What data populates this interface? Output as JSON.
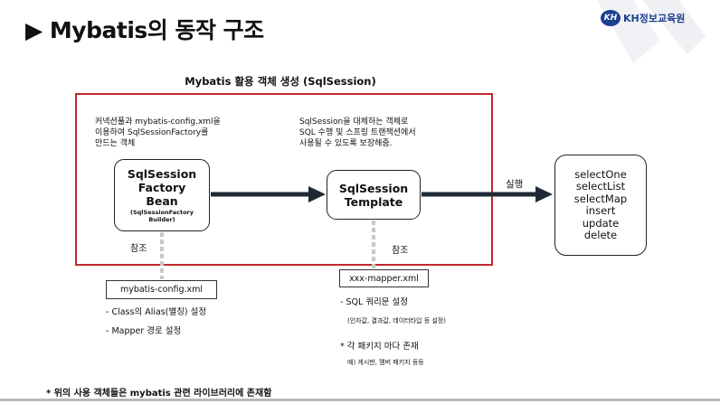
{
  "title": "▶ Mybatis의 동작 구조",
  "logo": {
    "badge": "KH",
    "text": "KH정보교육원"
  },
  "section_heading": "Mybatis 활용 객체 생성 (SqlSession)",
  "factory": {
    "description": [
      "커넥션풀과 mybatis-config.xml을",
      "이용하여 SqlSessionFactory를",
      "만드는 객체"
    ],
    "title_lines": [
      "SqlSession",
      "Factory",
      "Bean"
    ],
    "subtitle_lines": [
      "(SqlSessionFactory",
      "Builder)"
    ],
    "ref_label": "참조",
    "file": "mybatis-config.xml",
    "bullets": [
      "- Class의 Alias(별칭) 설정",
      "- Mapper 경로 설정"
    ]
  },
  "template": {
    "description": [
      "SqlSession을 대체하는 객체로",
      "SQL 수행 및 스프링 트랜잭션에서",
      "사용될 수 있도록 보장해줌."
    ],
    "title_lines": [
      "SqlSession",
      "Template"
    ],
    "ref_label": "참조",
    "file": "xxx-mapper.xml",
    "bullets": [
      "- SQL 쿼리문 설정",
      "(인자값, 결과값, 데이터타입 등 설정)",
      "* 각 패키지 마다 존재",
      "예) 게시판, 멤버 패키지 등등"
    ]
  },
  "execute_label": "실행",
  "methods": [
    "selectOne",
    "selectList",
    "selectMap",
    "insert",
    "update",
    "delete"
  ],
  "footer_note": "* 위의 사용 객체들은 mybatis 관련 라이브러리에 존재함",
  "colors": {
    "frame": "#c2272d",
    "logo": "#1d3f8f",
    "arrow": "#1f2a36",
    "ref_line": "#c8c8c8"
  }
}
